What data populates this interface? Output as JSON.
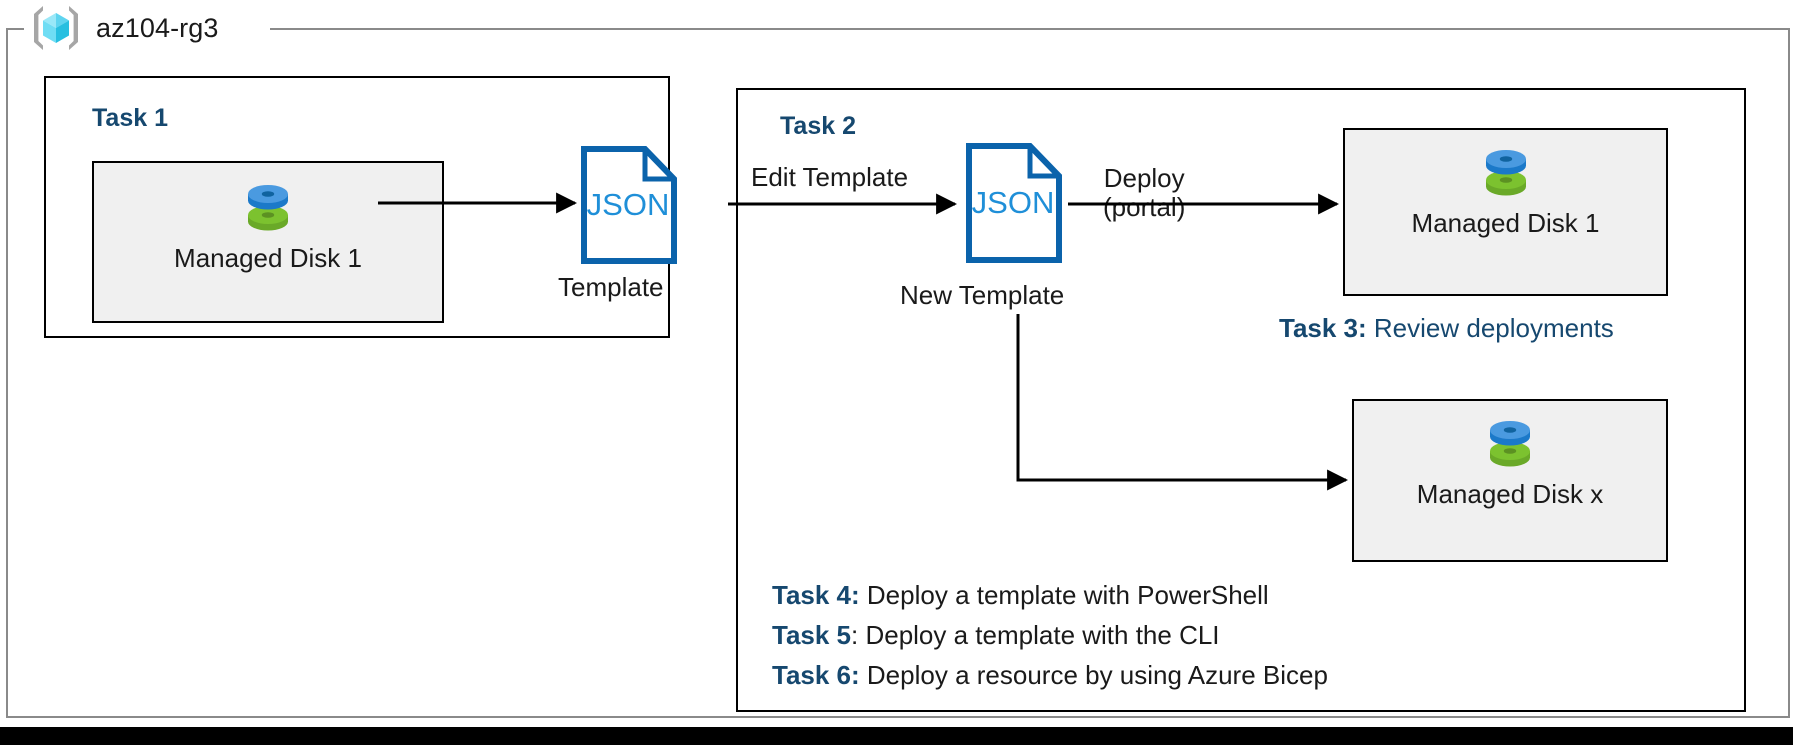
{
  "resource_group": {
    "name": "az104-rg3",
    "icon": "azure-resource-group-cube-icon"
  },
  "tasks": {
    "task1": {
      "heading": "Task 1"
    },
    "task2": {
      "heading": "Task 2"
    }
  },
  "resources": {
    "disk1_task1": {
      "label": "Managed Disk 1",
      "icon": "managed-disk-icon"
    },
    "disk1_task2": {
      "label": "Managed Disk 1",
      "icon": "managed-disk-icon"
    },
    "diskx_task2": {
      "label": "Managed Disk x",
      "icon": "managed-disk-icon"
    }
  },
  "documents": {
    "template": {
      "file_type": "JSON",
      "caption": "Template",
      "icon": "json-document-icon"
    },
    "new_template": {
      "file_type": "JSON",
      "caption": "New Template",
      "icon": "json-document-icon"
    }
  },
  "edges": {
    "export": {
      "label": ""
    },
    "edit_template": {
      "label": "Edit Template"
    },
    "deploy_portal": {
      "label_line1": "Deploy",
      "label_line2": "(portal)"
    },
    "deploy_other": {
      "label": ""
    }
  },
  "notes": [
    {
      "id": "task3",
      "tag": "Task 3:",
      "body": "Review deployments",
      "body_color": "blue"
    },
    {
      "id": "task4",
      "tag": "Task 4:",
      "body": "Deploy a template with PowerShell",
      "body_color": "black"
    },
    {
      "id": "task5",
      "tag": "Task 5",
      "body": ": Deploy a template with the CLI",
      "body_color": "black"
    },
    {
      "id": "task6",
      "tag": "Task 6:",
      "body": "Deploy a resource by using Azure Bicep",
      "body_color": "black"
    }
  ],
  "colors": {
    "heading_blue": "#16486f",
    "json_outline_blue": "#0b63ab",
    "json_text_blue": "#1f8fd8",
    "disk_blue": "#3d8fd8",
    "disk_green": "#72bb2e",
    "card_fill": "#f0f0f0",
    "frame_gray": "#8a8a8a",
    "rg_cube_cyan": "#4fd8f5"
  }
}
